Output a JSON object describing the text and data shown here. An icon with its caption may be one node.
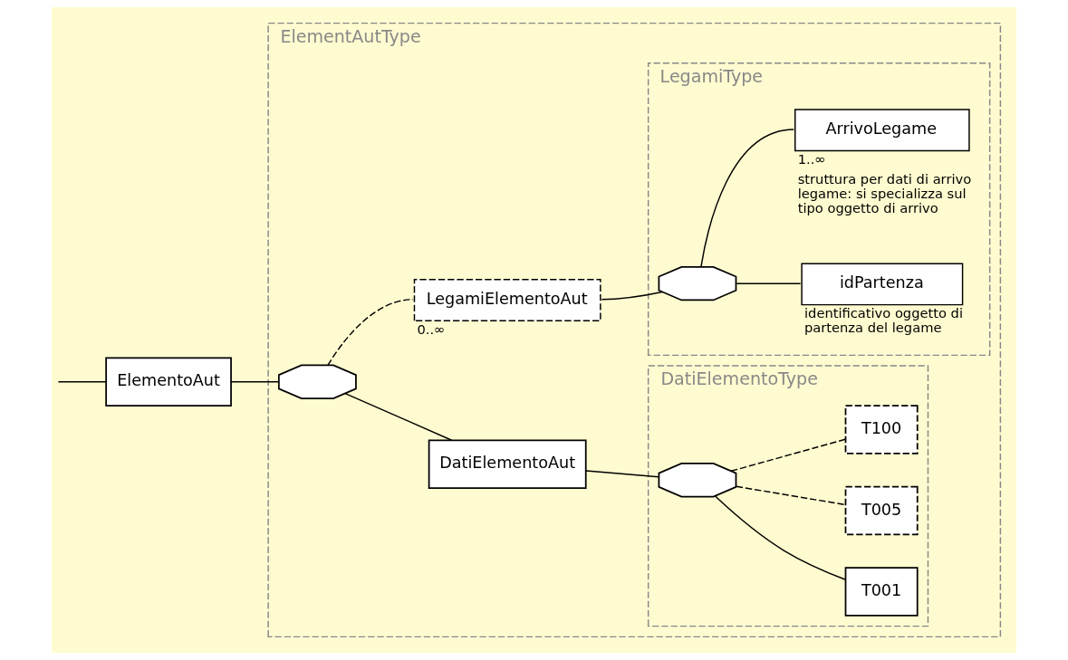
{
  "diagram": {
    "nodes": [
      {
        "text": [
          "ElementoAut"
        ]
      },
      {
        "text": [
          "ElementAutType"
        ]
      },
      {
        "text": [],
        "shape": "octagon",
        "in": 1
      },
      {
        "text": [
          "DatiElementoAut"
        ],
        "in": 1
      },
      {
        "text": [
          "DatiElementoType"
        ],
        "in": 1
      },
      {
        "text": [],
        "shape": "octagon",
        "in": 4
      },
      {
        "text": [
          "T001"
        ],
        "in": 4
      },
      {
        "text": [
          "T005"
        ],
        "in": 4
      },
      {
        "text": [
          "T100"
        ],
        "in": 4
      },
      {
        "text": [
          "LegamiElementoAut"
        ],
        "in": 1,
        "beside": [
          "0..∞"
        ]
      },
      {
        "text": [
          "LegamiType"
        ],
        "in": 1
      },
      {
        "text": [],
        "shape": "octagon",
        "in": 10
      },
      {
        "text": [
          "idPartenza"
        ],
        "in": 10,
        "beside": [
          "identificativo oggetto di partenza del legame"
        ]
      },
      {
        "text": [
          "ArrivoLegame"
        ],
        "in": 10,
        "beside": [
          "1..∞",
          "struttura per dati di arrivo legame: si specializza sul tipo oggetto di arrivo"
        ]
      }
    ],
    "edges": [
      {
        "from": null,
        "to": 0,
        "arrow": "none"
      },
      {
        "from": 0,
        "to": 2,
        "arrow": "none"
      },
      {
        "from": 2,
        "to": 3,
        "arrow": "none"
      },
      {
        "from": 2,
        "to": 9,
        "arrow": "none",
        "style": "dashed"
      },
      {
        "from": 3,
        "to": 5,
        "arrow": "none"
      },
      {
        "from": 5,
        "to": 6,
        "arrow": "none"
      },
      {
        "from": 5,
        "to": 7,
        "arrow": "none",
        "style": "dashed"
      },
      {
        "from": 5,
        "to": 8,
        "arrow": "none",
        "style": "dashed"
      },
      {
        "from": 9,
        "to": 11,
        "arrow": "none"
      },
      {
        "from": 11,
        "to": 12,
        "arrow": "none"
      },
      {
        "from": 11,
        "to": 13,
        "arrow": "none"
      }
    ]
  }
}
